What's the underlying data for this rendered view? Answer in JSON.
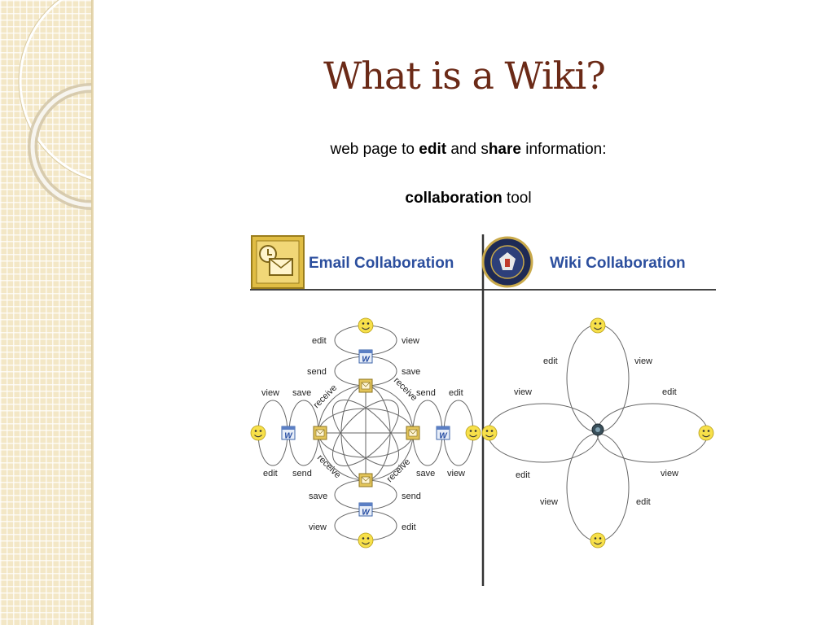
{
  "slide": {
    "title": "What is a Wiki?",
    "subtitle_pre": "web page to ",
    "subtitle_bold1": "edit",
    "subtitle_mid": " and s",
    "subtitle_bold2": "hare",
    "subtitle_post": " information:",
    "tagline_bold": "collaboration",
    "tagline_post": " tool"
  },
  "diagram": {
    "left_header": "Email Collaboration",
    "right_header": "Wiki Collaboration",
    "email_labels": {
      "top_edit": "edit",
      "top_view": "view",
      "top_send": "send",
      "top_save": "save",
      "left_view": "view",
      "left_save": "save",
      "left_edit": "edit",
      "left_send": "send",
      "right_send": "send",
      "right_edit": "edit",
      "right_save": "save",
      "right_view": "view",
      "bottom_save": "save",
      "bottom_send": "send",
      "bottom_view": "view",
      "bottom_edit": "edit",
      "receive_tl": "receive",
      "receive_tr": "receive",
      "receive_bl": "receive",
      "receive_br": "receive"
    },
    "wiki_labels": {
      "top_edit": "edit",
      "top_view": "view",
      "left_view": "view",
      "left_edit": "edit",
      "right_edit": "edit",
      "right_view": "view",
      "bottom_view": "view",
      "bottom_edit": "edit"
    },
    "doc_icon_letter": "W"
  },
  "colors": {
    "title": "#6b2a17",
    "header_text": "#2c4f9e",
    "email_icon_bg": "#e3c55a",
    "side_panel": "#f3e7c6"
  },
  "icons": [
    "smiley-face-icon",
    "word-document-icon",
    "email-envelope-icon",
    "seal-emblem-icon"
  ]
}
